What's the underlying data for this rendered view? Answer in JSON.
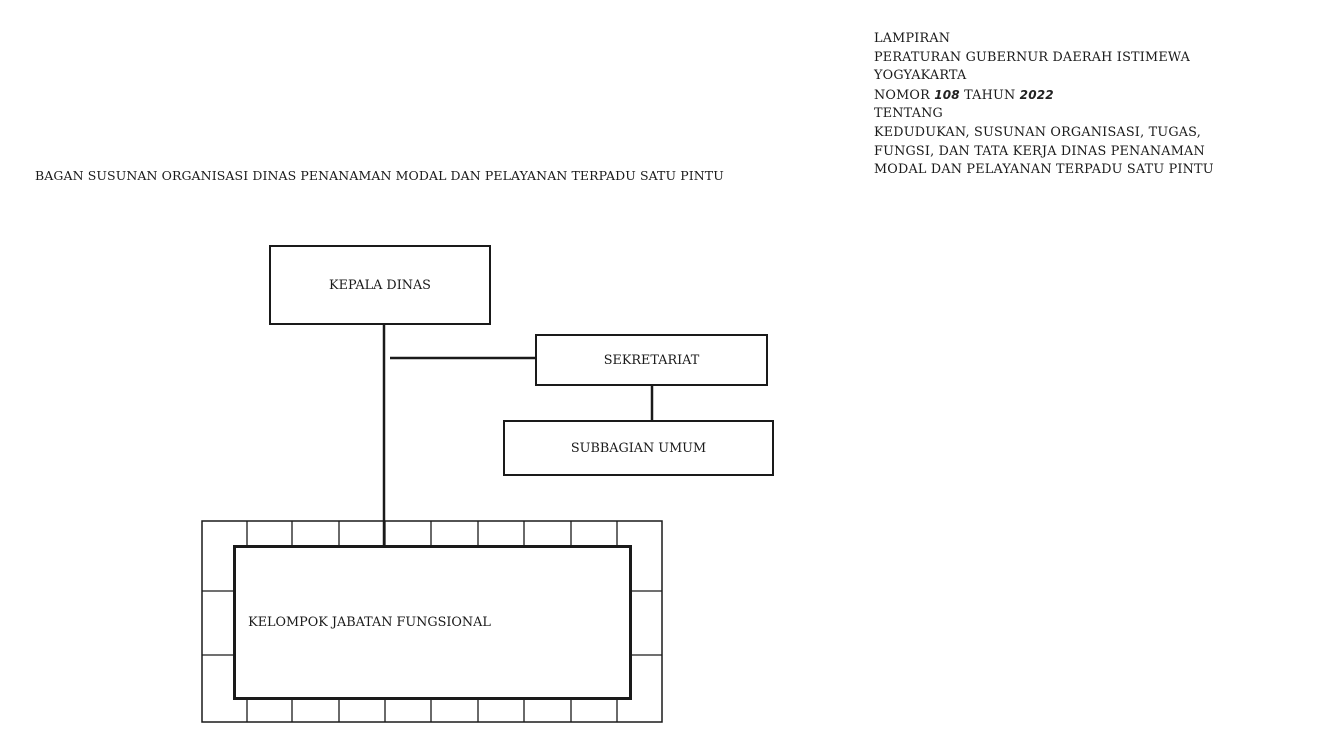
{
  "header": {
    "lampiran_lines": [
      "LAMPIRAN",
      "PERATURAN GUBERNUR DAERAH ISTIMEWA",
      "YOGYAKARTA"
    ],
    "nomor_label": "NOMOR",
    "nomor_value": "108",
    "tahun_label": "TAHUN",
    "tahun_value": "2022",
    "tentang_lines": [
      "TENTANG",
      "KEDUDUKAN, SUSUNAN ORGANISASI, TUGAS,",
      "FUNGSI, DAN TATA KERJA DINAS PENANAMAN",
      "MODAL DAN PELAYANAN TERPADU SATU PINTU"
    ]
  },
  "chart_title": "BAGAN SUSUNAN ORGANISASI DINAS PENANAMAN MODAL DAN PELAYANAN TERPADU SATU PINTU",
  "org": {
    "kepala_dinas": "KEPALA DINAS",
    "sekretariat": "SEKRETARIAT",
    "subbagian_umum": "SUBBAGIAN UMUM",
    "kelompok_jabatan_fungsional": "KELOMPOK JABATAN FUNGSIONAL"
  }
}
